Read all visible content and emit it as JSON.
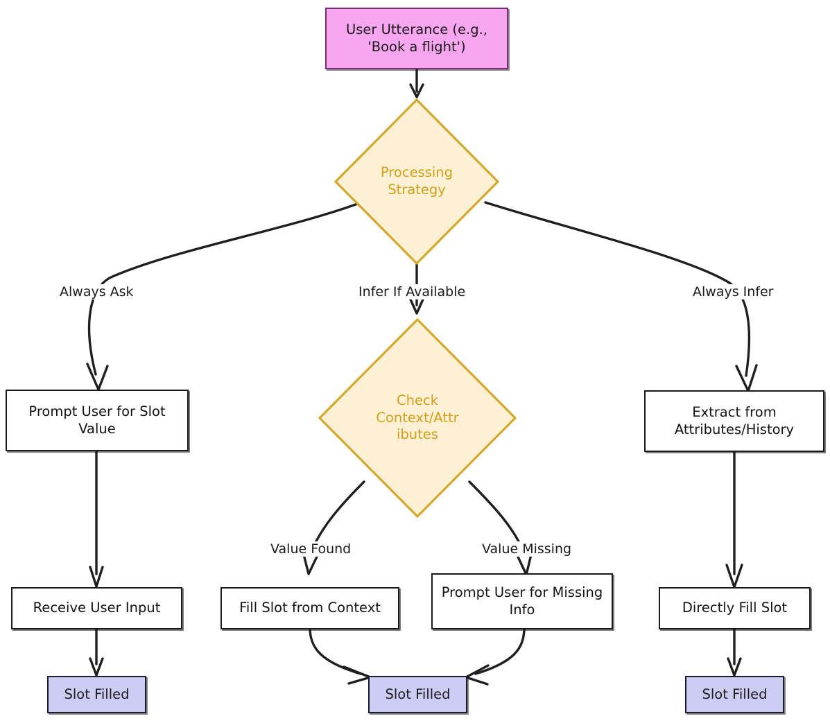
{
  "diagram": {
    "title": "Slot Filling Processing Strategy Flowchart",
    "colors": {
      "start_fill": "#f9a6f0",
      "start_stroke": "#7a2b74",
      "decision_fill": "#fdf0d5",
      "decision_stroke": "#d4a82a",
      "decision_text": "#d2a017",
      "process_fill": "#ffffff",
      "process_stroke": "#1a1a1a",
      "terminal_fill": "#cdcdf4",
      "terminal_stroke": "#1b1b2e",
      "edge_stroke": "#1f1f1f"
    },
    "nodes": {
      "user_utterance": "User Utterance (e.g.,\n'Book a flight')",
      "processing_strategy": "Processing\nStrategy",
      "check_context": "Check\nContext/Attr\nibutes",
      "prompt_user_slot": "Prompt User for Slot\nValue",
      "extract_attributes": "Extract from\nAttributes/History",
      "receive_user_input": "Receive User Input",
      "fill_slot_context": "Fill Slot from Context",
      "prompt_missing_info": "Prompt User for Missing\nInfo",
      "directly_fill_slot": "Directly Fill Slot",
      "slot_filled_left": "Slot Filled",
      "slot_filled_center": "Slot Filled",
      "slot_filled_right": "Slot Filled"
    },
    "edge_labels": {
      "always_ask": "Always Ask",
      "infer_if_available": "Infer If Available",
      "always_infer": "Always Infer",
      "value_found": "Value Found",
      "value_missing": "Value Missing"
    }
  }
}
